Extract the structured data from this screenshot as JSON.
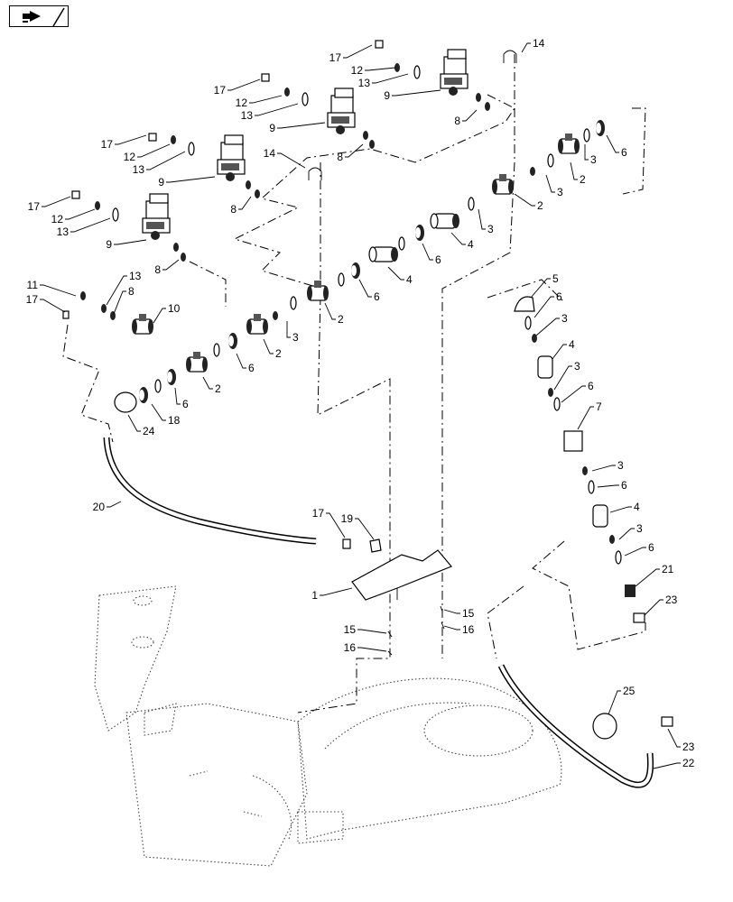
{
  "toolbar": {
    "nav_icon": "arrow-right-icon"
  },
  "callouts": [
    {
      "label": "14"
    },
    {
      "label": "17"
    },
    {
      "label": "12"
    },
    {
      "label": "13"
    },
    {
      "label": "9"
    },
    {
      "label": "8"
    },
    {
      "label": "17"
    },
    {
      "label": "12"
    },
    {
      "label": "13"
    },
    {
      "label": "9"
    },
    {
      "label": "8"
    },
    {
      "label": "17"
    },
    {
      "label": "12"
    },
    {
      "label": "13"
    },
    {
      "label": "9"
    },
    {
      "label": "8"
    },
    {
      "label": "14"
    },
    {
      "label": "17"
    },
    {
      "label": "12"
    },
    {
      "label": "13"
    },
    {
      "label": "9"
    },
    {
      "label": "8"
    },
    {
      "label": "6"
    },
    {
      "label": "3"
    },
    {
      "label": "2"
    },
    {
      "label": "3"
    },
    {
      "label": "2"
    },
    {
      "label": "3"
    },
    {
      "label": "4"
    },
    {
      "label": "6"
    },
    {
      "label": "4"
    },
    {
      "label": "6"
    },
    {
      "label": "2"
    },
    {
      "label": "3"
    },
    {
      "label": "2"
    },
    {
      "label": "6"
    },
    {
      "label": "2"
    },
    {
      "label": "6"
    },
    {
      "label": "18"
    },
    {
      "label": "24"
    },
    {
      "label": "11"
    },
    {
      "label": "13"
    },
    {
      "label": "8"
    },
    {
      "label": "17"
    },
    {
      "label": "10"
    },
    {
      "label": "5"
    },
    {
      "label": "6"
    },
    {
      "label": "3"
    },
    {
      "label": "4"
    },
    {
      "label": "3"
    },
    {
      "label": "6"
    },
    {
      "label": "7"
    },
    {
      "label": "3"
    },
    {
      "label": "6"
    },
    {
      "label": "4"
    },
    {
      "label": "3"
    },
    {
      "label": "6"
    },
    {
      "label": "21"
    },
    {
      "label": "23"
    },
    {
      "label": "20"
    },
    {
      "label": "17"
    },
    {
      "label": "19"
    },
    {
      "label": "1"
    },
    {
      "label": "15"
    },
    {
      "label": "16"
    },
    {
      "label": "15"
    },
    {
      "label": "16"
    },
    {
      "label": "25"
    },
    {
      "label": "23"
    },
    {
      "label": "22"
    }
  ]
}
